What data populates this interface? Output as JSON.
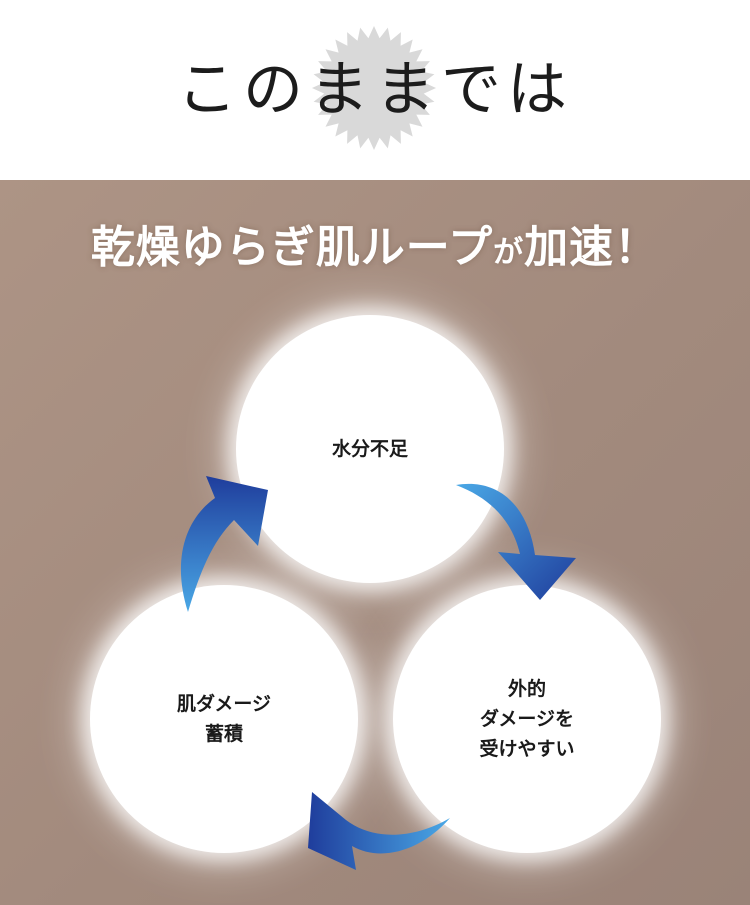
{
  "header": {
    "title": "このままでは",
    "burst_color": "#d9d9d9"
  },
  "panel": {
    "headline_main": "乾燥ゆらぎ肌ループ",
    "headline_small": "が",
    "headline_tail": "加速！",
    "background_color": "#a89084"
  },
  "cycle": {
    "top": "水分不足",
    "right": "外的\nダメージを\n受けやすい",
    "left": "肌ダメージ\n蓄積"
  },
  "colors": {
    "arrow_light": "#4aa8e6",
    "arrow_dark": "#1f3d9c"
  }
}
